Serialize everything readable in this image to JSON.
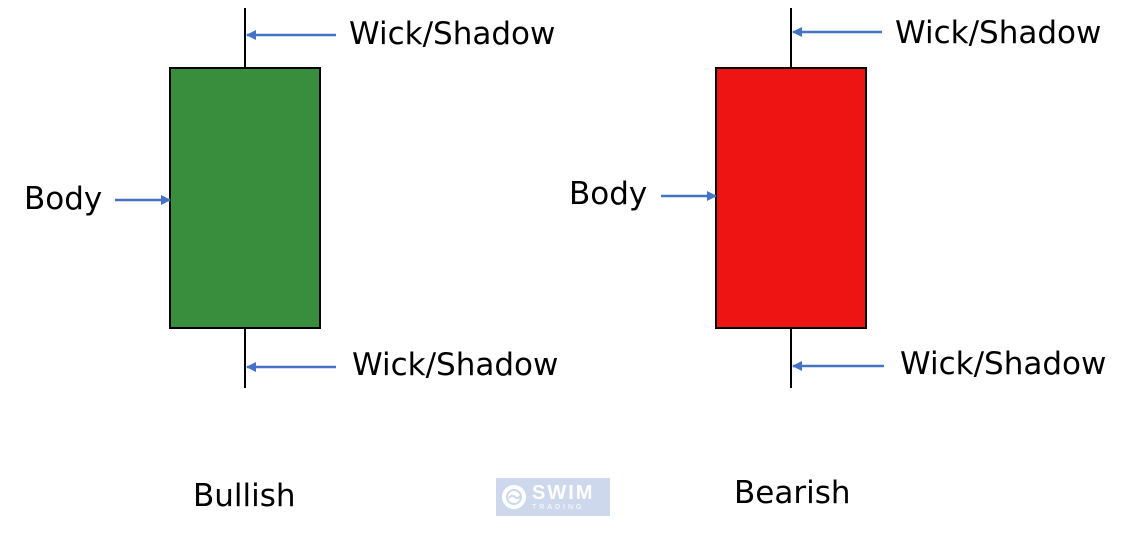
{
  "labels": {
    "wick": "Wick/Shadow",
    "body": "Body"
  },
  "candles": [
    {
      "name": "Bullish",
      "body_color": "#388e3c"
    },
    {
      "name": "Bearish",
      "body_color": "#ee1414"
    }
  ],
  "colors": {
    "arrow": "#4472c4",
    "outline": "#000000"
  },
  "logo": {
    "text": "SWIM",
    "subtext": "TRADING",
    "icon": "swim-wave-icon"
  }
}
